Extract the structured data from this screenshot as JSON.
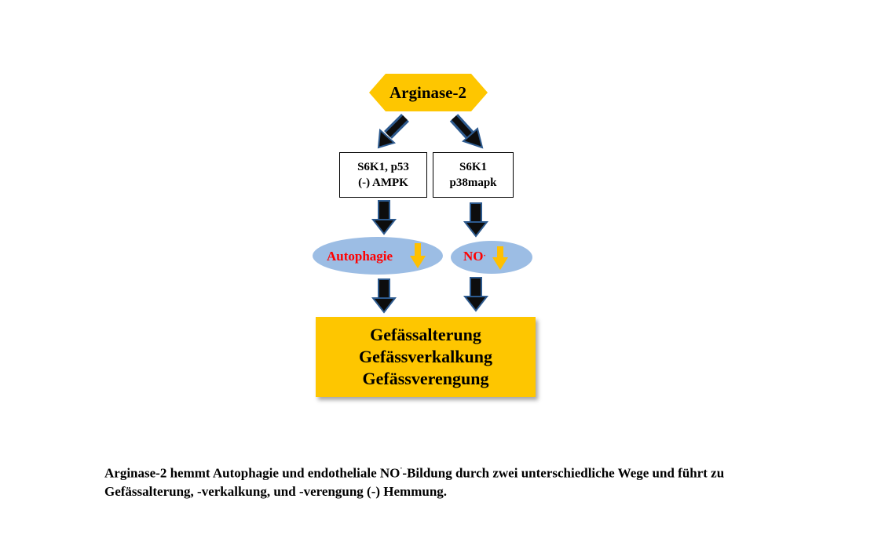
{
  "diagram": {
    "top_node": {
      "label": "Arginase-2",
      "color": "#fec600"
    },
    "left_box": {
      "line1": "S6K1, p53",
      "line2": "(-) AMPK"
    },
    "right_box": {
      "line1": "S6K1",
      "line2": "p38mapk"
    },
    "left_ellipse": {
      "label": "Autophagie",
      "color": "#9cbde4",
      "text_color": "#ff0000"
    },
    "right_ellipse": {
      "label": "NO",
      "superscript": "·",
      "color": "#9cbde4",
      "text_color": "#ff0000"
    },
    "down_arrow_color": "#ffc000",
    "connector_arrow_fill": "#0d0d0d",
    "connector_arrow_outline": "#2d5a8e",
    "result_box": {
      "color": "#fec600",
      "lines": [
        "Gefässalterung",
        "Gefässverkalkung",
        "Gefässverengung"
      ]
    }
  },
  "caption": {
    "part1": "Arginase-2 hemmt Autophagie und endotheliale NO",
    "superscript": "·",
    "part2": "-Bildung durch zwei unterschiedliche Wege und führt zu Gefässalterung, -verkalkung, und -verengung (-) Hemmung."
  }
}
